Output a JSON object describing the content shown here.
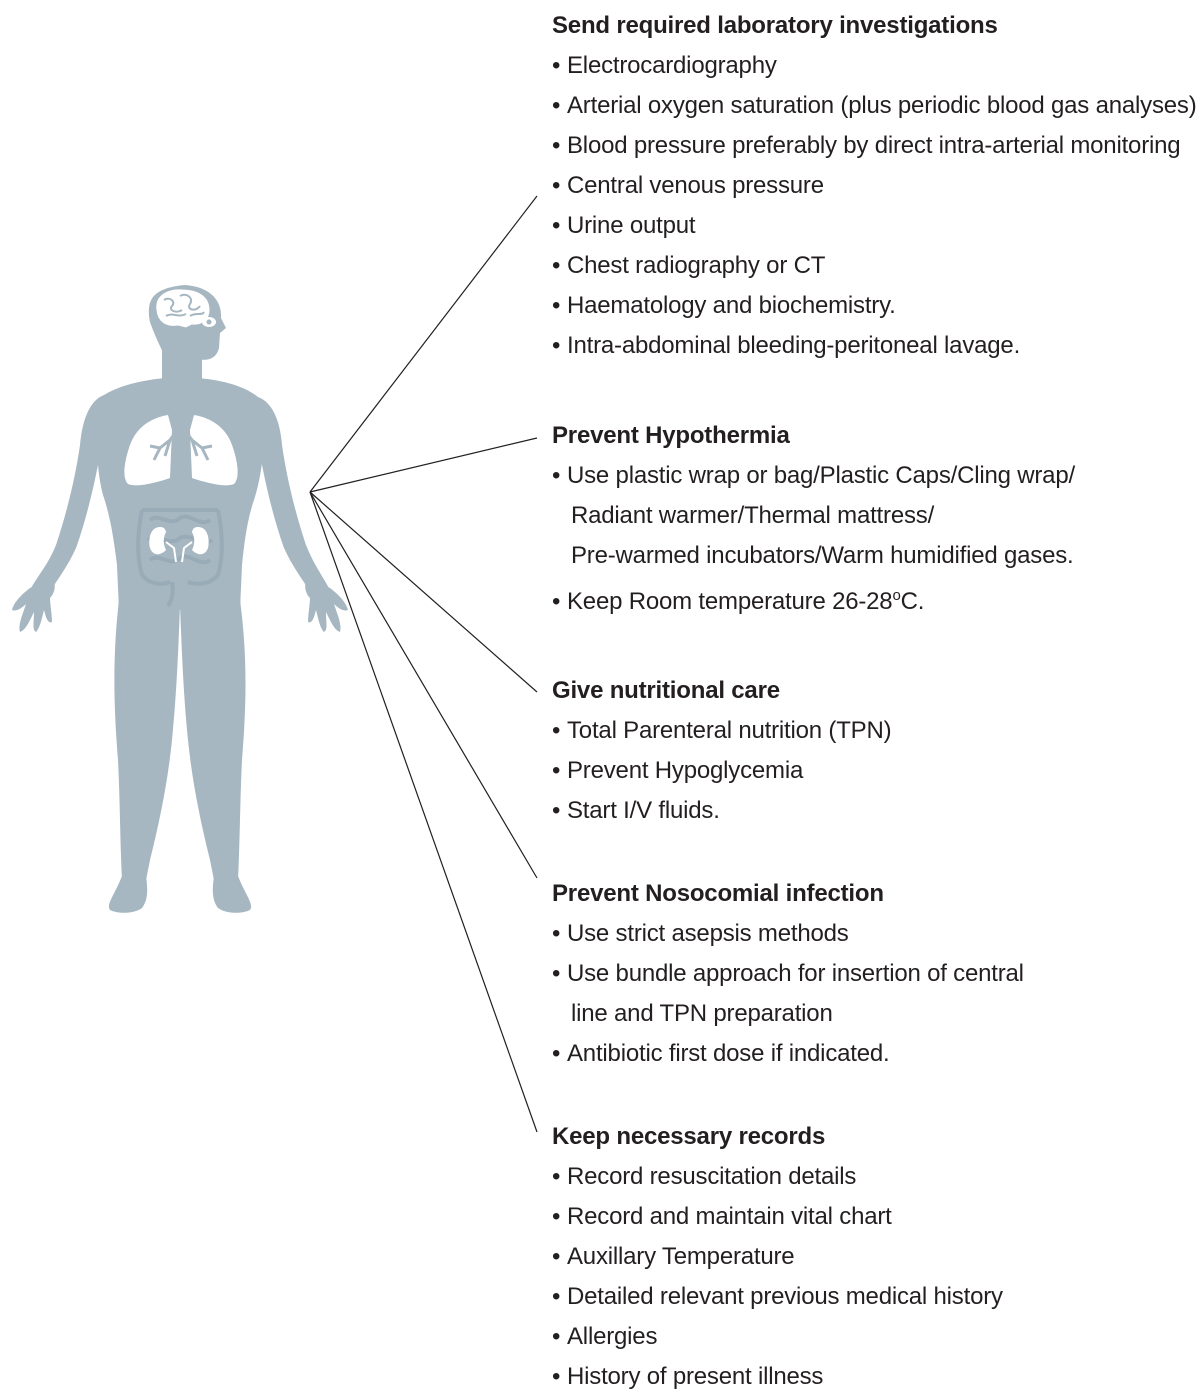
{
  "colors": {
    "body": "#a6b7c2",
    "organ": "#ffffff",
    "line": "#231f20",
    "text": "#231f20"
  },
  "figure": {
    "icon": "human-body-anatomy-icon",
    "organs": [
      "brain-icon",
      "eye-icon",
      "lungs-icon",
      "intestine-icon",
      "kidneys-icon"
    ]
  },
  "sections": [
    {
      "heading": "Send required laboratory investigations",
      "items": [
        [
          "Electrocardiography"
        ],
        [
          "Arterial oxygen saturation (plus periodic blood gas analyses)"
        ],
        [
          "Blood pressure preferably by direct intra-arterial monitoring"
        ],
        [
          "Central venous pressure"
        ],
        [
          "Urine output"
        ],
        [
          "Chest radiography or CT"
        ],
        [
          "Haematology and biochemistry."
        ],
        [
          "Intra-abdominal bleeding-peritoneal lavage."
        ]
      ]
    },
    {
      "heading": "Prevent Hypothermia",
      "items": [
        [
          "Use plastic wrap or bag/Plastic Caps/Cling wrap/",
          "Radiant warmer/Thermal mattress/",
          "Pre-warmed incubators/Warm humidified gases."
        ]
      ],
      "temp_item": {
        "prefix": "Keep Room temperature 26-28",
        "sup": "o",
        "suffix": "C."
      }
    },
    {
      "heading": "Give nutritional care",
      "items": [
        [
          "Total Parenteral nutrition (TPN)"
        ],
        [
          "Prevent Hypoglycemia"
        ],
        [
          "Start I/V fluids."
        ]
      ]
    },
    {
      "heading": "Prevent Nosocomial infection",
      "items": [
        [
          "Use strict asepsis methods"
        ],
        [
          "Use bundle approach for insertion of central",
          "line and TPN preparation"
        ],
        [
          "Antibiotic first dose if indicated."
        ]
      ]
    },
    {
      "heading": "Keep necessary records",
      "items": [
        [
          "Record resuscitation details"
        ],
        [
          "Record and maintain vital chart"
        ],
        [
          "Auxillary Temperature"
        ],
        [
          "Detailed relevant previous medical history"
        ],
        [
          "Allergies"
        ],
        [
          "History of present illness"
        ]
      ]
    }
  ]
}
